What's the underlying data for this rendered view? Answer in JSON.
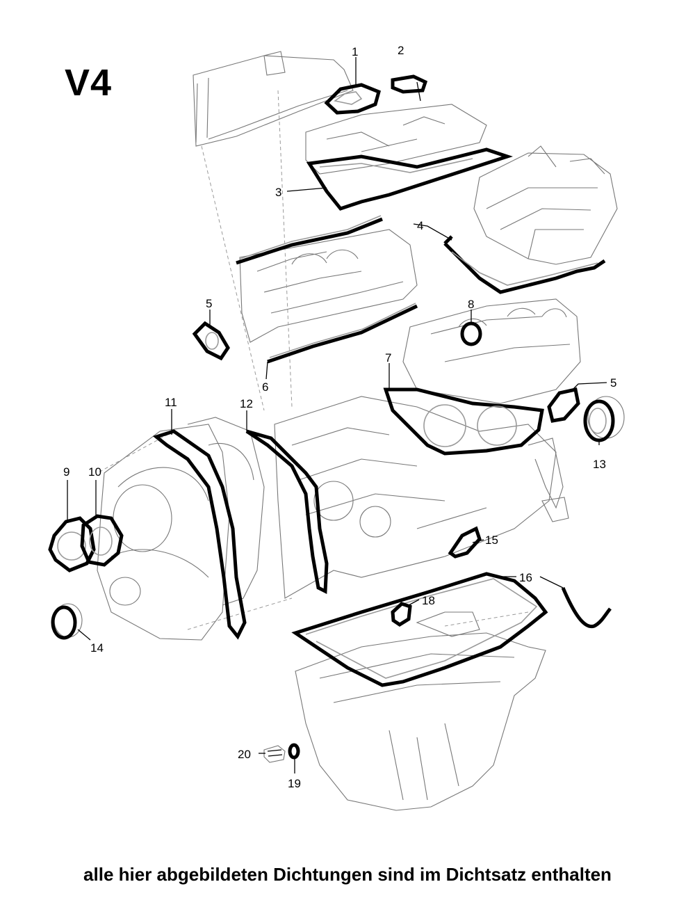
{
  "title": "V4",
  "caption": "alle hier abgebildeten Dichtungen sind im Dichtsatz enthalten",
  "callouts": [
    "1",
    "2",
    "3",
    "4",
    "5",
    "5",
    "6",
    "7",
    "8",
    "9",
    "10",
    "11",
    "12",
    "13",
    "14",
    "15",
    "16",
    "18",
    "19",
    "20"
  ]
}
